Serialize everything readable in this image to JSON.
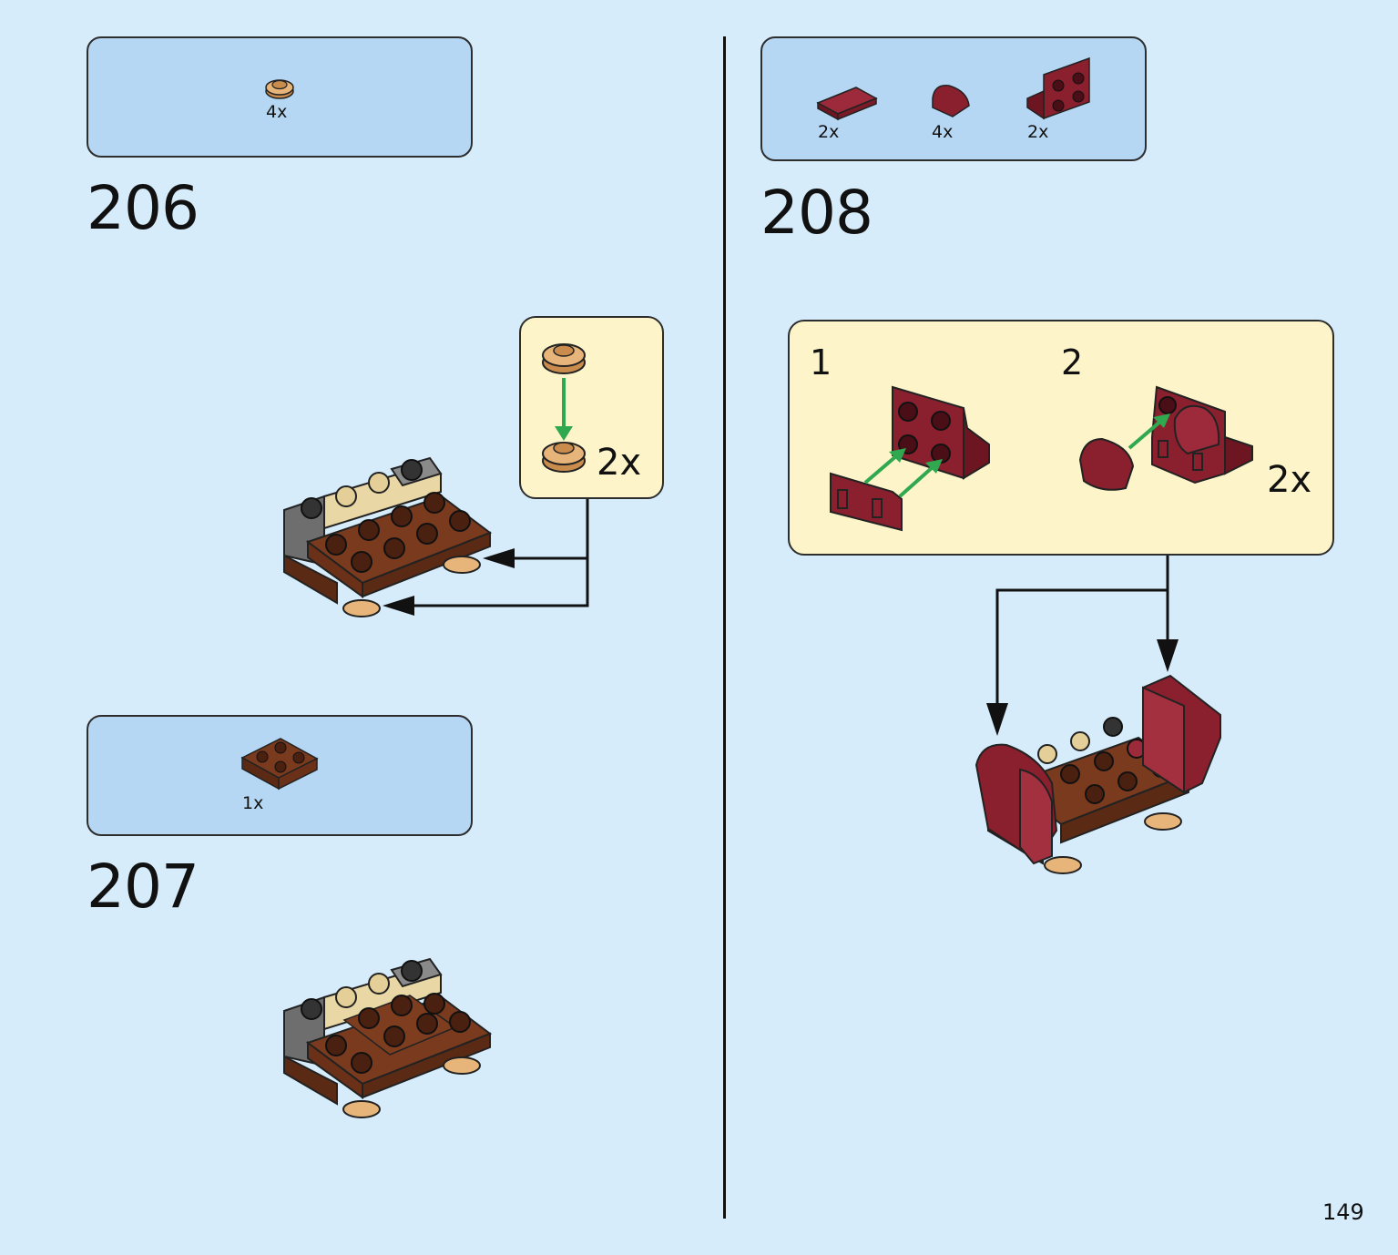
{
  "page": {
    "number": "149"
  },
  "steps": {
    "s206": {
      "number": "206",
      "parts": [
        {
          "qty": "4x",
          "piece": "tan-round-plate-icon"
        }
      ],
      "subassembly": {
        "qty": "2x"
      }
    },
    "s207": {
      "number": "207",
      "parts": [
        {
          "qty": "1x",
          "piece": "brown-plate-2x2-icon"
        }
      ]
    },
    "s208": {
      "number": "208",
      "parts": [
        {
          "qty": "2x",
          "piece": "dark-red-tile-icon"
        },
        {
          "qty": "4x",
          "piece": "dark-red-curved-slope-icon"
        },
        {
          "qty": "2x",
          "piece": "dark-red-bracket-icon"
        }
      ],
      "substeps": [
        {
          "label": "1"
        },
        {
          "label": "2"
        }
      ],
      "multiplier": "2x"
    }
  },
  "colors": {
    "background": "#d6ecfa",
    "parts_box": "#b6d7f3",
    "sub_box": "#fdf5c9",
    "brown": "#7a3a1e",
    "dark_red": "#8a1f2e",
    "tan": "#e7b57a",
    "arrow_green": "#2fa84f"
  }
}
